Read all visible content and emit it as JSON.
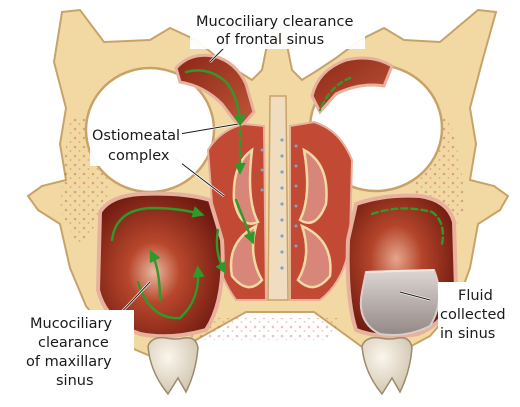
{
  "labels": {
    "frontal": [
      "Mucociliary clearance",
      "of frontal sinus"
    ],
    "ostiomeatal": [
      "Ostiomeatal",
      "complex"
    ],
    "maxillary": [
      "Mucociliary",
      "clearance",
      "of maxillary",
      "sinus"
    ],
    "fluid": [
      "Fluid",
      "collected",
      "in sinus"
    ]
  },
  "colors": {
    "bone": "#f2d9a4",
    "bone_edge": "#c9a268",
    "sinus_red": "#a4321f",
    "sinus_deep": "#6f1a10",
    "mucosa_pink": "#d9867a",
    "arrow_green": "#2f9a2c",
    "fluid_grey": "#b9b0ad"
  }
}
